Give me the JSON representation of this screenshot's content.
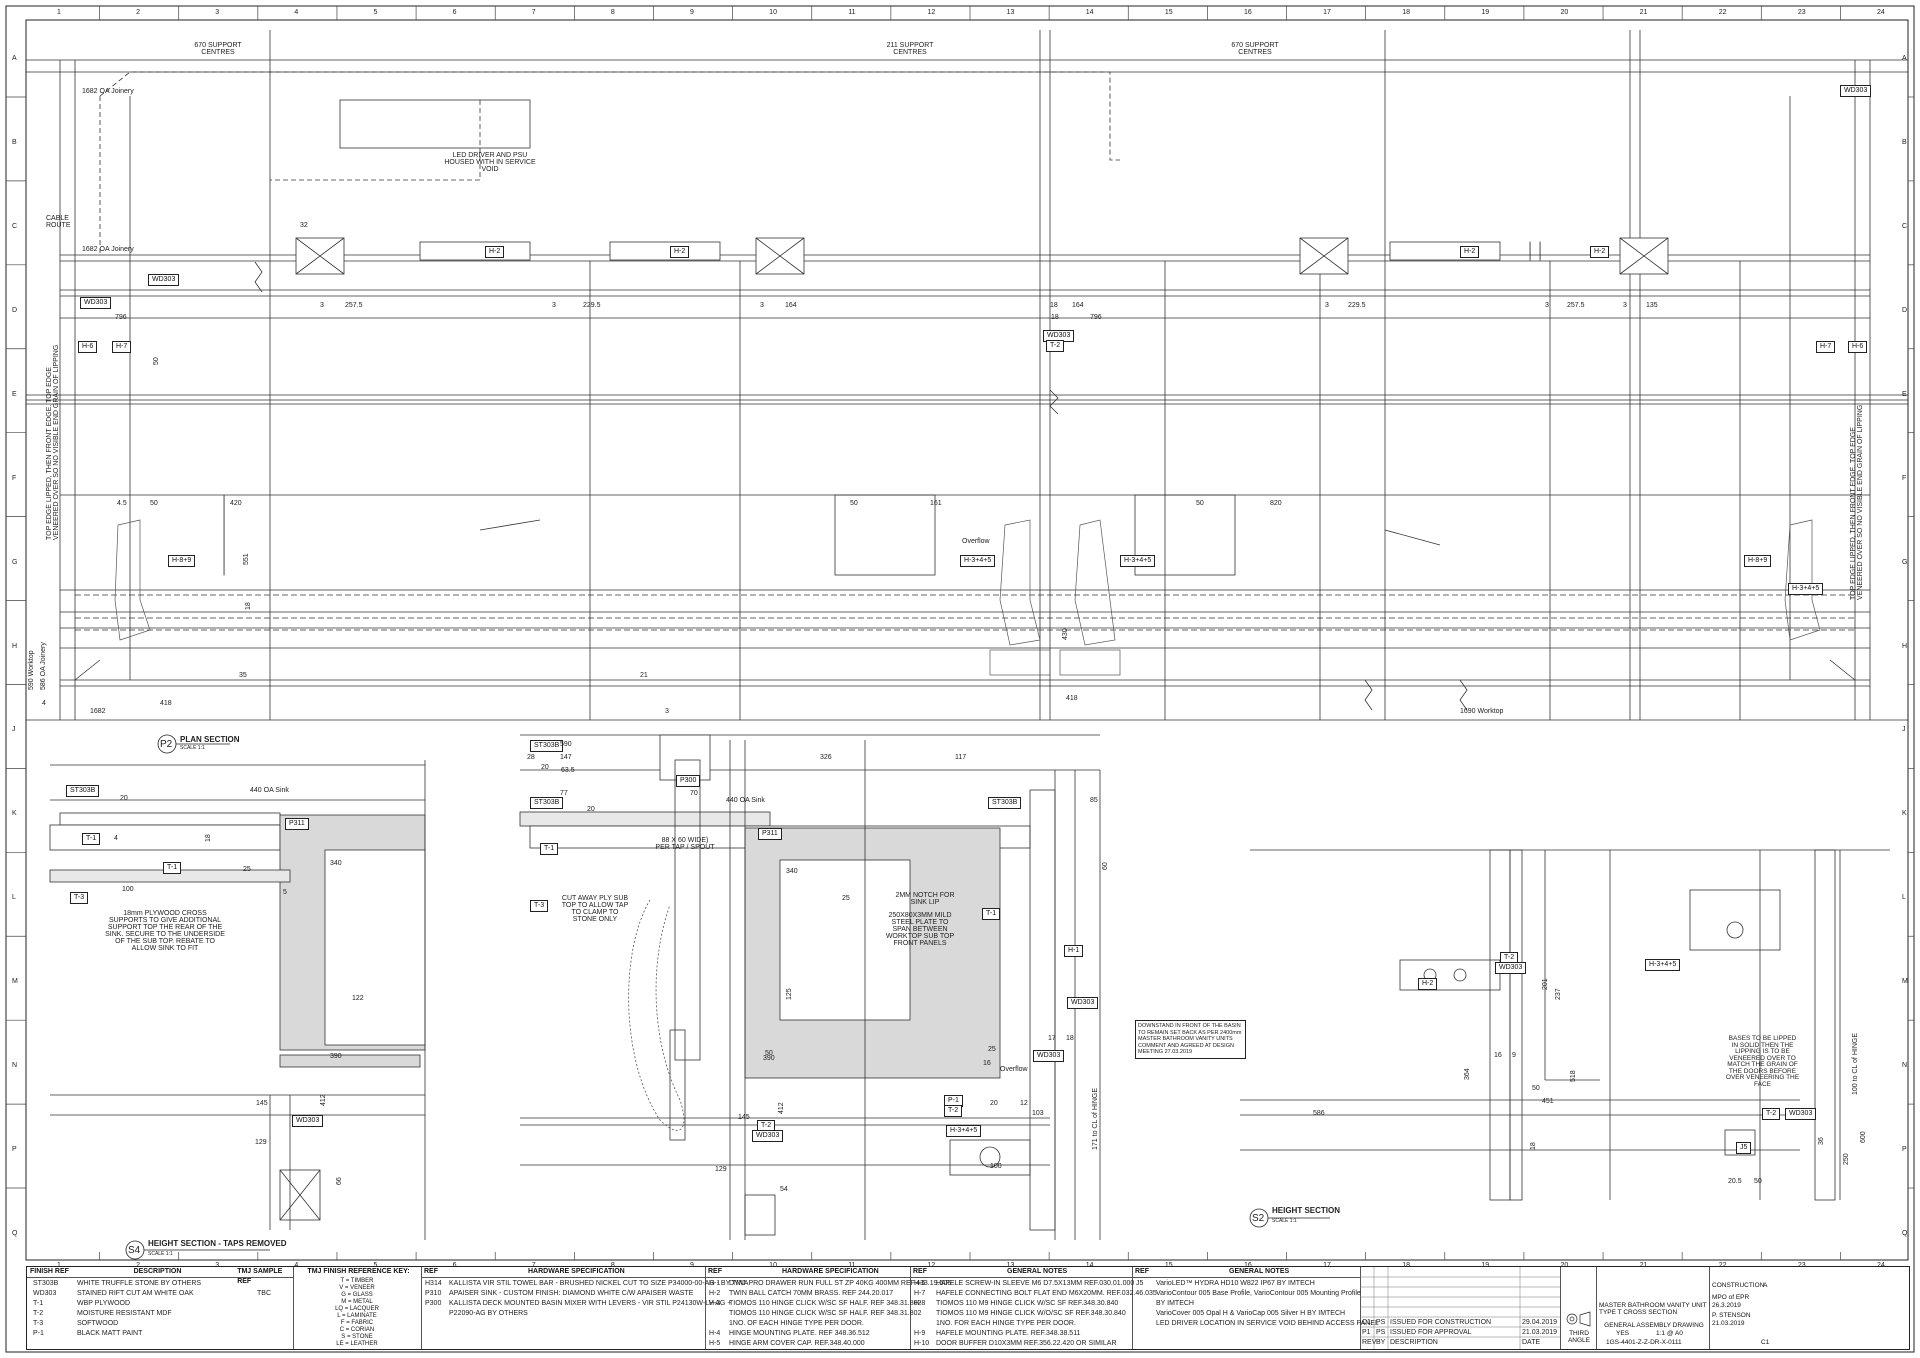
{
  "grid": {
    "columns": [
      "1",
      "2",
      "3",
      "4",
      "5",
      "6",
      "7",
      "8",
      "9",
      "10",
      "11",
      "12",
      "13",
      "14",
      "15",
      "16",
      "17",
      "18",
      "19",
      "20",
      "21",
      "22",
      "23",
      "24"
    ],
    "rows": [
      "A",
      "B",
      "C",
      "D",
      "E",
      "F",
      "G",
      "H",
      "J",
      "K",
      "L",
      "M",
      "N",
      "P",
      "Q"
    ]
  },
  "plan": {
    "support_centres": [
      "670 SUPPORT CENTRES",
      "211 SUPPORT CENTRES",
      "670 SUPPORT CENTRES"
    ],
    "oa_joinery_top": "1682 OA Joinery",
    "oa_joinery_mid": "1682 OA Joinery",
    "cable_route": "CABLE ROUTE",
    "led_note": "LED DRIVER AND PSU HOUSED WITH IN SERVICE VOID",
    "tags": [
      "WD303",
      "WD303",
      "WD303",
      "WD303",
      "H-6",
      "H-7",
      "H-6",
      "H-7",
      "H-2",
      "H-2",
      "H-2",
      "H-2",
      "WD303",
      "T-2"
    ],
    "dims": [
      "32",
      "3",
      "257.5",
      "3",
      "229.5",
      "3",
      "164",
      "18",
      "164",
      "796",
      "3",
      "229.5",
      "3",
      "257.5",
      "3",
      "135",
      "18",
      "796",
      "50",
      "4.5",
      "50",
      "420",
      "50",
      "161",
      "50",
      "820",
      "551",
      "430",
      "18",
      "21",
      "35",
      "4",
      "418",
      "1682",
      "418",
      "3",
      "1690 Worktop"
    ],
    "edge_note_left": "TOP EDGE LIPPED, THEN FRONT EDGE. TOP EDGE VENEERED OVER SO NO VISIBLE END GRAIN OF LIPPING",
    "edge_note_right": "TOP EDGE LIPPED, THEN FRONT EDGE. TOP EDGE VENEERED OVER SO NO VISIBLE END GRAIN OF LIPPING",
    "hinge_tags": [
      "H-8+9",
      "H-3+4+5",
      "H-3+4+5",
      "H-8+9",
      "H-3+4+5"
    ],
    "overflow": "Overflow",
    "worktop_left": "590 Worktop",
    "oa_joinery_left": "586 OA Joinery",
    "section_ref": "P2",
    "section_title": "PLAN SECTION",
    "section_scale": "SCALE 1:1"
  },
  "s4": {
    "section_ref": "S4",
    "section_title": "HEIGHT SECTION - TAPS REMOVED",
    "section_scale": "SCALE 1:1",
    "tags": [
      "ST303B",
      "T-1",
      "T-1",
      "T-3",
      "P311",
      "WD303"
    ],
    "oa_sink": "440 OA Sink",
    "note_plywood": "18mm PLYWOOD CROSS SUPPORTS TO GIVE ADDITIONAL SUPPORT TOP THE REAR OF THE SINK. SECURE TO THE UNDERSIDE OF THE SUB TOP. REBATE TO ALLOW SINK TO FIT",
    "dims": [
      "20",
      "18",
      "4",
      "25",
      "5",
      "100",
      "340",
      "122",
      "390",
      "145",
      "412",
      "129",
      "66"
    ]
  },
  "mid": {
    "tags": [
      "ST303B",
      "ST303B",
      "ST303B",
      "P300",
      "P311",
      "T-1",
      "T-3",
      "T-2",
      "WD303",
      "T-1",
      "H-1",
      "WD303",
      "WD303",
      "P-1",
      "T-2",
      "H-3+4+5"
    ],
    "oa_sink": "440 OA Sink",
    "dims": [
      "590",
      "28",
      "147",
      "20",
      "63.5",
      "326",
      "117",
      "77",
      "70",
      "20",
      "340",
      "25",
      "85",
      "60",
      "125",
      "390",
      "145",
      "412",
      "129",
      "54",
      "17",
      "18",
      "25",
      "16",
      "20",
      "12",
      "103",
      "100",
      "50"
    ],
    "tap_note": "88 X 60 WIDE) PER TAP / SPOUT",
    "cut_note": "CUT AWAY PLY SUB TOP TO ALLOW TAP TO CLAMP TO STONE ONLY",
    "notch_note": "2MM NOTCH FOR SINK LIP",
    "steel_note": "250X80X3MM MILD STEEL PLATE TO SPAN BETWEEN WORKTOP SUB TOP FRONT PANELS",
    "overflow": "Overflow",
    "hinge_note": "171 to CL of HINGE"
  },
  "downstand_note": "DOWNSTAND IN FRONT OF THE BASIN TO REMAIN SET BACK AS PER 2400mm MASTER BATHROOM VANITY UNITS COMMENT AND AGREED AT DESIGN MEETING 27.03.2019",
  "s2": {
    "section_ref": "S2",
    "section_title": "HEIGHT SECTION",
    "section_scale": "SCALE 1:1",
    "tags": [
      "H-2",
      "T-2",
      "WD303",
      "H-3+4+5",
      "T-2",
      "WD303",
      "J5"
    ],
    "dims": [
      "201",
      "237",
      "16",
      "9",
      "364",
      "50",
      "518",
      "451",
      "586",
      "18",
      "20.5",
      "50",
      "36",
      "250",
      "600"
    ],
    "bases_note": "BASES TO BE LIPPED IN SOLID THEN THE LIPPING IS TO BE VENEERED OVER TO MATCH THE GRAIN OF THE DOORS BEFORE OVER VENEERING THE FACE",
    "hinge_note": "100 to CL of HINGE"
  },
  "title_block": {
    "finish": {
      "header": [
        "FINISH REF",
        "DESCRIPTION",
        "TMJ SAMPLE REF"
      ],
      "rows": [
        [
          "ST303B",
          "WHITE TRUFFLE STONE BY OTHERS",
          ""
        ],
        [
          "WD303",
          "STAINED RIFT CUT AM WHITE OAK",
          "TBC"
        ],
        [
          "T-1",
          "WBP PLYWOOD",
          ""
        ],
        [
          "T-2",
          "MOISTURE RESISTANT MDF",
          ""
        ],
        [
          "T-3",
          "SOFTWOOD",
          ""
        ],
        [
          "P-1",
          "BLACK MATT PAINT",
          ""
        ]
      ]
    },
    "key": {
      "header": "TMJ FINISH REFERENCE KEY:",
      "items": [
        "T = TIMBER",
        "V = VENEER",
        "G = GLASS",
        "M = METAL",
        "LQ = LACQUER",
        "L = LAMINATE",
        "F = FABRIC",
        "C = CORIAN",
        "S = STONE",
        "LE = LEATHER"
      ]
    },
    "hardware1": {
      "header": [
        "REF",
        "HARDWARE SPECIFICATION"
      ],
      "rows": [
        [
          "H314",
          "KALLISTA VIR STIL TOWEL BAR - BRUSHED NICKEL CUT TO SIZE P34000-00-AG - BY TMJ"
        ],
        [
          "P310",
          "APAISER SINK - CUSTOM FINISH: DIAMOND WHITE C/W APAISER WASTE"
        ],
        [
          "P300",
          "KALLISTA DECK MOUNTED BASIN MIXER WITH LEVERS - VIR STIL P24130W-LV-AG +"
        ],
        [
          "",
          "P22090-AG BY OTHERS"
        ]
      ]
    },
    "hardware2": {
      "header": [
        "REF",
        "HARDWARE SPECIFICATION"
      ],
      "rows": [
        [
          "H-1",
          "DYNAPRO DRAWER RUN FULL ST ZP 40KG 400MM REF.433.19.606"
        ],
        [
          "H-2",
          "TWIN BALL CATCH 70MM BRASS. REF 244.20.017"
        ],
        [
          "H-3",
          "TIOMOS 110 HINGE CLICK W/SC SF HALF. REF 348.31.802"
        ],
        [
          "",
          "TIOMOS 110 HINGE CLICK W/SC SF HALF. REF 348.31.802"
        ],
        [
          "",
          "1NO. OF EACH HINGE TYPE PER DOOR."
        ],
        [
          "H-4",
          "HINGE MOUNTING PLATE. REF 348.36.512"
        ],
        [
          "H-5",
          "HINGE ARM COVER CAP. REF.348.40.000"
        ]
      ]
    },
    "general1": {
      "header": [
        "REF",
        "GENERAL NOTES"
      ],
      "rows": [
        [
          "H-6",
          "HAFELE SCREW-IN SLEEVE M6 D7.5X13MM REF.030.01.000"
        ],
        [
          "H-7",
          "HAFELE CONNECTING BOLT FLAT END M6X20MM. REF.032.46.035"
        ],
        [
          "H-8",
          "TIOMOS 110 M9 HINGE CLICK W/SC SF REF.348.30.840"
        ],
        [
          "",
          "TIOMOS 110 M9 HINGE CLICK W/O/SC SF REF.348.30.840"
        ],
        [
          "",
          "1NO. FOR EACH HINGE TYPE PER DOOR."
        ],
        [
          "H-9",
          "HAFELE MOUNTING PLATE. REF.348.38.511"
        ],
        [
          "H-10",
          "DOOR BUFFER D10X3MM REF.356.22.420 OR SIMILAR"
        ]
      ]
    },
    "general2": {
      "header": [
        "REF",
        "GENERAL NOTES"
      ],
      "rows": [
        [
          "J5",
          "VarioLED™ HYDRA HD10 W822 IP67 BY IMTECH"
        ],
        [
          "",
          "VarioContour 005 Base Profile, VarioContour 005 Mounting Profile"
        ],
        [
          "",
          "BY IMTECH"
        ],
        [
          "",
          "VarioCover 005 Opal H &  VarioCap 005 Silver H BY IMTECH"
        ],
        [
          "",
          "LED DRIVER LOCATION IN SERVICE VOID BEHIND ACCESS PANEL"
        ]
      ]
    },
    "revisions": {
      "rows": [
        [
          "C1",
          "PS",
          "ISSUED FOR CONSTRUCTION",
          "29.04.2019"
        ],
        [
          "P1",
          "PS",
          "ISSUED FOR APPROVAL",
          "21.03.2019"
        ],
        [
          "REV",
          "BY",
          "DESCRIPTION",
          "DATE"
        ]
      ]
    },
    "angle": "THIRD ANGLE",
    "status": "CONSTRUCTION",
    "status_rev": "A",
    "project_title": "MASTER BATHROOM VANITY UNIT TYPE T CROSS SECTION",
    "drawing_type": "GENERAL ASSEMBLY DRAWING",
    "checked": "YES",
    "scale": "1:1 @ A0",
    "drawn_by": "MPO of EPR",
    "date1": "26.3.2019",
    "checked_by": "P. STENSON",
    "date2": "21.03.2019",
    "drawing_no": "1GS-4401-Z-Z-DR-X-0111",
    "revision": "C1"
  }
}
